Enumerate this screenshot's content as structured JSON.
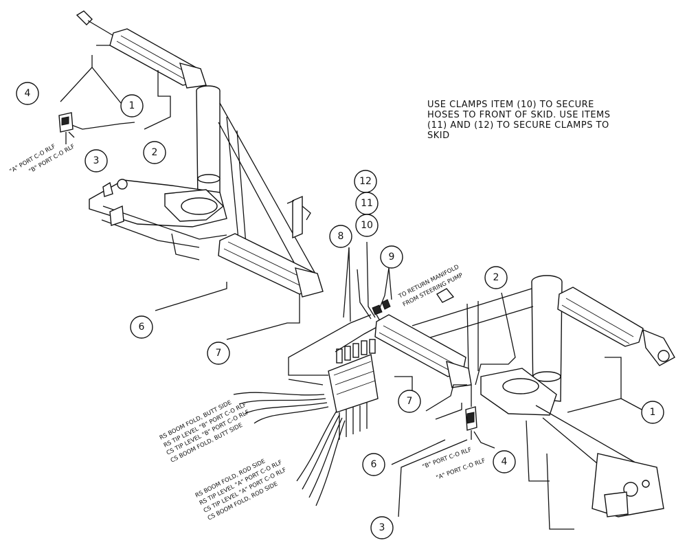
{
  "note": {
    "lines": [
      "USE CLAMPS ITEM (10) TO SECURE",
      "HOSES TO FRONT OF SKID. USE ITEMS",
      "(11) AND (12) TO SECURE CLAMPS TO",
      "SKID"
    ]
  },
  "callouts": [
    {
      "num": "1"
    },
    {
      "num": "2"
    },
    {
      "num": "3"
    },
    {
      "num": "4"
    },
    {
      "num": "6"
    },
    {
      "num": "7"
    },
    {
      "num": "12"
    },
    {
      "num": "11"
    },
    {
      "num": "10"
    },
    {
      "num": "8"
    },
    {
      "num": "9"
    },
    {
      "num": "2"
    },
    {
      "num": "1"
    },
    {
      "num": "7"
    },
    {
      "num": "6"
    },
    {
      "num": "4"
    },
    {
      "num": "3"
    }
  ],
  "labels": {
    "a_port_left": "\"A\" PORT C-O RLF",
    "b_port_left": "\"B\" PORT C-O RLF",
    "b_port_right": "\"B\" PORT C-O RLF",
    "a_port_right": "\"A\" PORT C-O RLF",
    "return_1": "TO RETURN MANIFOLD",
    "return_2": "FROM STEERING PUMP",
    "butt_1": "RS BOOM FOLD, BUTT SIDE",
    "butt_2": "RS TIP LEVEL \"B\" PORT C-O RLF",
    "butt_3": "CS TIP LEVEL \"B\" PORT C-O RLF",
    "butt_4": "CS BOOM FOLD, BUTT SIDE",
    "rod_1": "RS BOOM FOLD, ROD SIDE",
    "rod_2": "RS TIP LEVEL \"A\" PORT C-O RLF",
    "rod_3": "CS TIP LEVEL \"A\" PORT C-O RLF",
    "rod_4": "CS BOOM FOLD, ROD SIDE"
  }
}
